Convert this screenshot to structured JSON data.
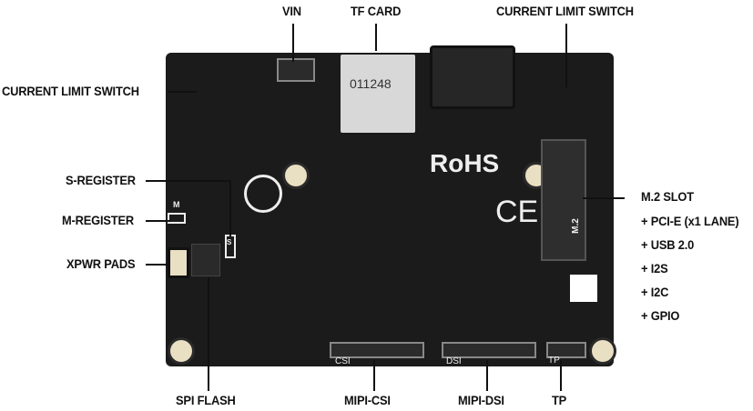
{
  "callouts": {
    "vin": "VIN",
    "tf_card": "TF CARD",
    "current_limit_switch_right": "CURRENT LIMIT SWITCH",
    "current_limit_switch_left": "CURRENT LIMIT SWITCH",
    "s_register": "S-REGISTER",
    "m_register": "M-REGISTER",
    "xpwr_pads": "XPWR PADS",
    "spi_flash": "SPI FLASH",
    "mipi_csi": "MIPI-CSI",
    "mipi_dsi": "MIPI-DSI",
    "tp": "TP",
    "m2_slot": {
      "title": "M.2 SLOT",
      "features": [
        "+ PCI-E (x1 LANE)",
        "+ USB 2.0",
        "+ I2S",
        "+ I2C",
        "+ GPIO"
      ]
    }
  },
  "board_silkscreen": {
    "rohs": "RoHS",
    "ce": "CE",
    "csi": "CSI",
    "dsi": "DSI",
    "tp": "TP",
    "m2": "M.2",
    "sd_code": "011248",
    "m": "M",
    "s": "S"
  },
  "colors": {
    "board": "#1b1b1b",
    "silkscreen": "#eeeeee",
    "label": "#111111"
  }
}
